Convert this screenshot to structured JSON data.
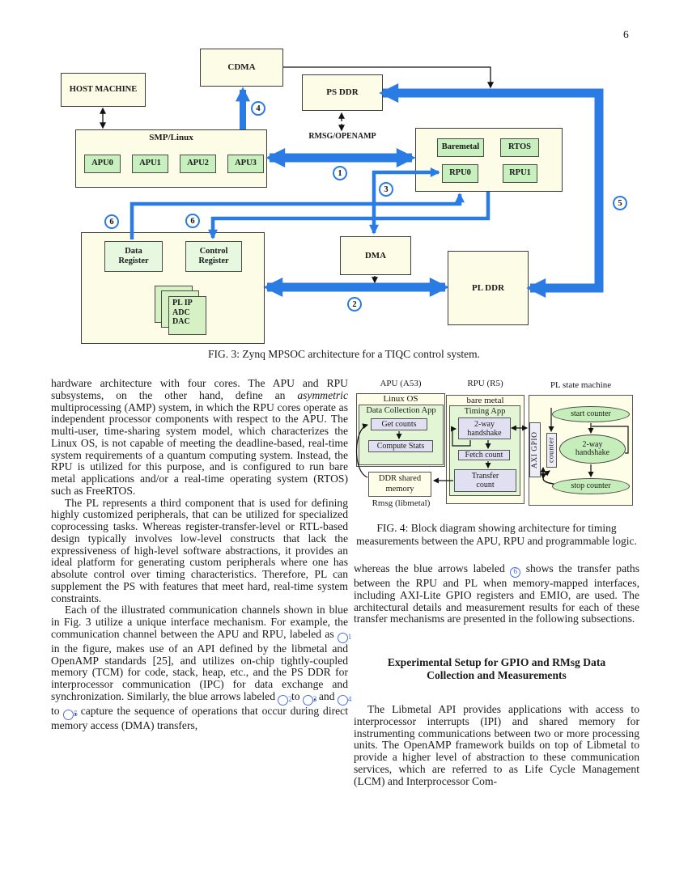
{
  "page": {
    "number": "6"
  },
  "colors": {
    "arrow_blue": "#2b7be4",
    "box_cream": "#fdfce6",
    "box_green": "#c8efbe",
    "box_pale_green": "#e6f8e0",
    "box_lavender": "#e0e0f2",
    "ellipse_green": "#c6eeba"
  },
  "circled": {
    "n1": "1",
    "n2": "2",
    "n3": "3",
    "n4": "4",
    "n5": "5",
    "n6": "6"
  },
  "fig3": {
    "caption": "FIG. 3: Zynq MPSOC architecture for a TIQC control system.",
    "host_machine": "HOST MACHINE",
    "cdma": "CDMA",
    "ps_ddr": "PS DDR",
    "smp_linux": "SMP/Linux",
    "apus": [
      "APU0",
      "APU1",
      "APU2",
      "APU3"
    ],
    "rmsg_openamp": "RMSG/OPENAMP",
    "baremetal": "Baremetal",
    "rtos": "RTOS",
    "rpu0": "RPU0",
    "rpu1": "RPU1",
    "data_register": "Data Register",
    "control_register": "Control Register",
    "pl_card": [
      "PL IP",
      "ADC",
      "DAC"
    ],
    "dma": "DMA",
    "pl_ddr": "PL DDR"
  },
  "fig4": {
    "caption": "FIG. 4: Block diagram showing architecture for timing measurements between the APU, RPU and programmable logic.",
    "apu_header": "APU (A53)",
    "rpu_header": "RPU (R5)",
    "pl_header": "PL state machine",
    "linux_os": "Linux OS",
    "data_collection_app": "Data Collection App",
    "get_counts": "Get counts",
    "compute_stats": "Compute Stats",
    "ddr_shared_memory": "DDR shared memory",
    "rmsg_libmetal": "Rmsg (libmetal)",
    "bare_metal": "bare metal",
    "timing_app": "Timing App",
    "handshake": "2-way handshake",
    "fetch_count": "Fetch count",
    "transfer_count": "Transfer count",
    "axi_gpio": "AXI GPIO",
    "counter": "counter",
    "start_counter": "start counter",
    "pl_handshake": "2-way handshake",
    "stop_counter": "stop counter"
  },
  "text": {
    "p1a": "hardware architecture with four cores.  The APU and RPU subsystems, on the other hand, define an ",
    "p1_italic": "asymmetric",
    "p1b": " multiprocessing (AMP) system, in which the RPU cores operate as independent processor components with respect to the APU. The multi-user, time-sharing system model, which characterizes the Linux OS, is not capable of meeting the deadline-based, real-time system requirements of a quantum computing system.  Instead, the RPU is utilized for this purpose, and is configured to run bare metal applications and/or a real-time operating system (RTOS) such as FreeRTOS.",
    "p2": "The PL represents a third component that is used for defining highly customized peripherals, that can be utilized for specialized coprocessing tasks. Whereas register-transfer-level or RTL-based design typically involves low-level constructs that lack the expressiveness of high-level software abstractions, it provides an ideal platform for generating custom peripherals where one has absolute control over timing characteristics.  Therefore, PL can supplement the PS with features that meet hard, real-time system constraints.",
    "p3a": "Each of the illustrated communication channels shown in blue in Fig. 3 utilize a unique interface mechanism. For example, the communication channel between the APU and RPU, labeled as ",
    "p3b": " in the figure, makes use of an API defined by the libmetal and OpenAMP standards [25], and utilizes on-chip tightly-coupled memory (TCM) for code, stack, heap, etc., and the PS DDR for interprocessor communication (IPC) for data exchange and synchronization.  Similarly, the blue arrows labeled ",
    "p3c": " to ",
    "p3d": ", and ",
    "p3e": " to ",
    "p3f": ", capture the sequence of operations that occur during direct memory access (DMA) transfers,",
    "p4a": "whereas the blue arrows labeled ",
    "p4b": " shows the transfer paths between the RPU and PL when memory-mapped interfaces, including AXI-Lite GPIO registers and EMIO, are used. The architectural details and measurement results for each of these transfer mechanisms are presented in the following subsections.",
    "heading": "Experimental Setup for GPIO and RMsg Data Collection and Measurements",
    "p5": "The Libmetal API provides applications with access to interprocessor interrupts (IPI) and shared memory for instrumenting communications between two or more processing units.  The OpenAMP framework builds on top of Libmetal to provide a higher level of abstraction to these communication services, which are referred to as Life Cycle Management (LCM) and Interprocessor Com-"
  }
}
